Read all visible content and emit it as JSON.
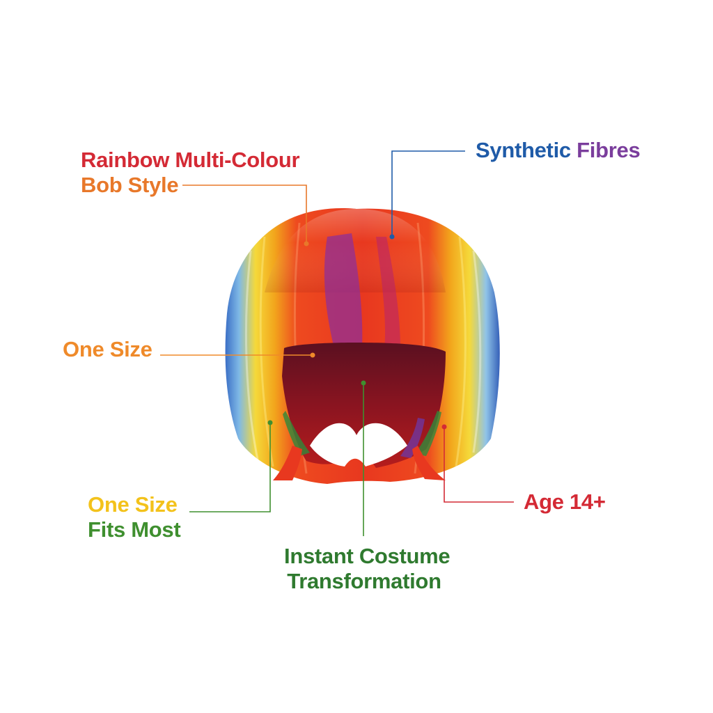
{
  "labels": {
    "rainbow": {
      "line1": "Rainbow Multi-Colour",
      "line2": "Bob Style"
    },
    "synthetic": {
      "word1": "Synthetic",
      "word2": "Fibres"
    },
    "onesize": {
      "text": "One Size"
    },
    "fits": {
      "line1": "One Size",
      "line2": "Fits Most"
    },
    "age": {
      "text": "Age 14+"
    },
    "instant": {
      "line1": "Instant Costume",
      "line2": "Transformation"
    }
  },
  "colors": {
    "red": "#d42a35",
    "orange": "#e8782a",
    "amber": "#ef8a2a",
    "yellow": "#f3c21b",
    "green": "#3f8f2f",
    "blue": "#1f5ba8",
    "purple": "#7a3d9c",
    "magenta": "#c2186b"
  },
  "icons": {
    "wig": "rainbow-bob-wig-illustration",
    "callout_dot": "callout-dot"
  }
}
